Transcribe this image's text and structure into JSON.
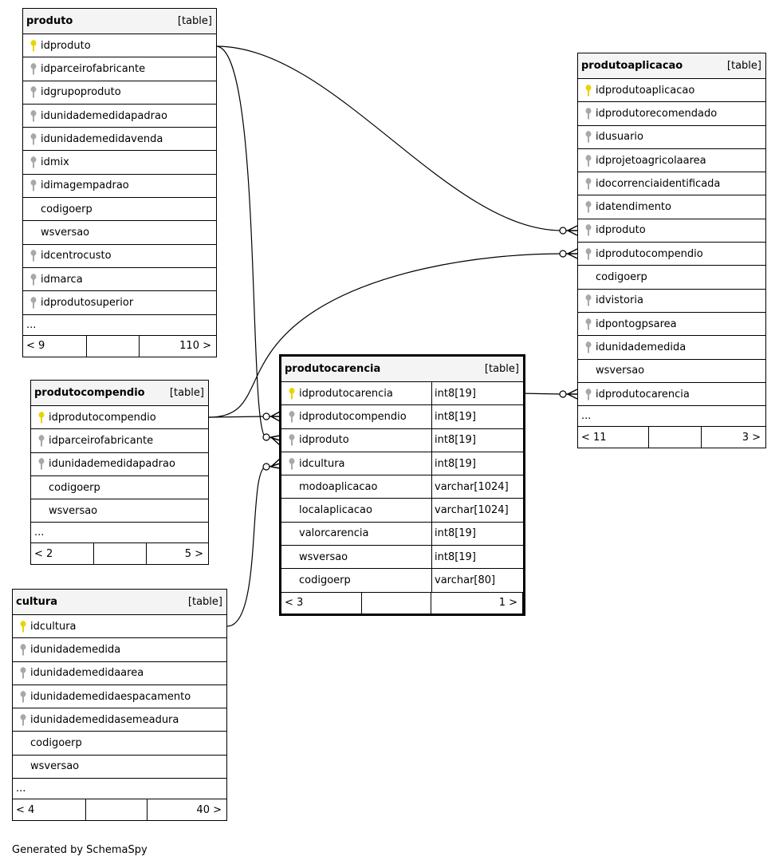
{
  "colors": {
    "primary_key": "#e8d400",
    "foreign_key": "#a8a8a8",
    "header_bg": "#f4f4f4",
    "line": "#000000"
  },
  "tables": {
    "produto": {
      "name": "produto",
      "tag": "[table]",
      "columns": [
        {
          "name": "idproduto",
          "key": "primary-key-icon"
        },
        {
          "name": "idparceirofabricante",
          "key": "foreign-key-icon"
        },
        {
          "name": "idgrupoproduto",
          "key": "foreign-key-icon"
        },
        {
          "name": "idunidademedidapadrao",
          "key": "foreign-key-icon"
        },
        {
          "name": "idunidademedidavenda",
          "key": "foreign-key-icon"
        },
        {
          "name": "idmix",
          "key": "foreign-key-icon"
        },
        {
          "name": "idimagempadrao",
          "key": "foreign-key-icon"
        },
        {
          "name": "codigoerp",
          "key": ""
        },
        {
          "name": "wsversao",
          "key": ""
        },
        {
          "name": "idcentrocusto",
          "key": "foreign-key-icon"
        },
        {
          "name": "idmarca",
          "key": "foreign-key-icon"
        },
        {
          "name": "idprodutosuperior",
          "key": "foreign-key-icon"
        }
      ],
      "ellipsis": "...",
      "footer": {
        "left": "< 9",
        "right": "110 >"
      }
    },
    "produtoaplicacao": {
      "name": "produtoaplicacao",
      "tag": "[table]",
      "columns": [
        {
          "name": "idprodutoaplicacao",
          "key": "primary-key-icon"
        },
        {
          "name": "idprodutorecomendado",
          "key": "foreign-key-icon"
        },
        {
          "name": "idusuario",
          "key": "foreign-key-icon"
        },
        {
          "name": "idprojetoagricolaarea",
          "key": "foreign-key-icon"
        },
        {
          "name": "idocorrenciaidentificada",
          "key": "foreign-key-icon"
        },
        {
          "name": "idatendimento",
          "key": "foreign-key-icon"
        },
        {
          "name": "idproduto",
          "key": "foreign-key-icon"
        },
        {
          "name": "idprodutocompendio",
          "key": "foreign-key-icon"
        },
        {
          "name": "codigoerp",
          "key": ""
        },
        {
          "name": "idvistoria",
          "key": "foreign-key-icon"
        },
        {
          "name": "idpontogpsarea",
          "key": "foreign-key-icon"
        },
        {
          "name": "idunidademedida",
          "key": "foreign-key-icon"
        },
        {
          "name": "wsversao",
          "key": ""
        },
        {
          "name": "idprodutocarencia",
          "key": "foreign-key-icon"
        }
      ],
      "ellipsis": "...",
      "footer": {
        "left": "< 11",
        "right": "3 >"
      }
    },
    "produtocompendio": {
      "name": "produtocompendio",
      "tag": "[table]",
      "columns": [
        {
          "name": "idprodutocompendio",
          "key": "primary-key-icon"
        },
        {
          "name": "idparceirofabricante",
          "key": "foreign-key-icon"
        },
        {
          "name": "idunidademedidapadrao",
          "key": "foreign-key-icon"
        },
        {
          "name": "codigoerp",
          "key": ""
        },
        {
          "name": "wsversao",
          "key": ""
        }
      ],
      "ellipsis": "...",
      "footer": {
        "left": "< 2",
        "right": "5 >"
      }
    },
    "produtocarencia": {
      "name": "produtocarencia",
      "tag": "[table]",
      "columns": [
        {
          "name": "idprodutocarencia",
          "key": "primary-key-icon",
          "type": "int8[19]"
        },
        {
          "name": "idprodutocompendio",
          "key": "foreign-key-icon",
          "type": "int8[19]"
        },
        {
          "name": "idproduto",
          "key": "foreign-key-icon",
          "type": "int8[19]"
        },
        {
          "name": "idcultura",
          "key": "foreign-key-icon",
          "type": "int8[19]"
        },
        {
          "name": "modoaplicacao",
          "key": "",
          "type": "varchar[1024]"
        },
        {
          "name": "localaplicacao",
          "key": "",
          "type": "varchar[1024]"
        },
        {
          "name": "valorcarencia",
          "key": "",
          "type": "int8[19]"
        },
        {
          "name": "wsversao",
          "key": "",
          "type": "int8[19]"
        },
        {
          "name": "codigoerp",
          "key": "",
          "type": "varchar[80]"
        }
      ],
      "footer": {
        "left": "< 3",
        "right": "1 >"
      }
    },
    "cultura": {
      "name": "cultura",
      "tag": "[table]",
      "columns": [
        {
          "name": "idcultura",
          "key": "primary-key-icon"
        },
        {
          "name": "idunidademedida",
          "key": "foreign-key-icon"
        },
        {
          "name": "idunidademedidaarea",
          "key": "foreign-key-icon"
        },
        {
          "name": "idunidademedidaespacamento",
          "key": "foreign-key-icon"
        },
        {
          "name": "idunidademedidasemeadura",
          "key": "foreign-key-icon"
        },
        {
          "name": "codigoerp",
          "key": ""
        },
        {
          "name": "wsversao",
          "key": ""
        }
      ],
      "ellipsis": "...",
      "footer": {
        "left": "< 4",
        "right": "40 >"
      }
    }
  },
  "generated_by": "Generated by SchemaSpy"
}
